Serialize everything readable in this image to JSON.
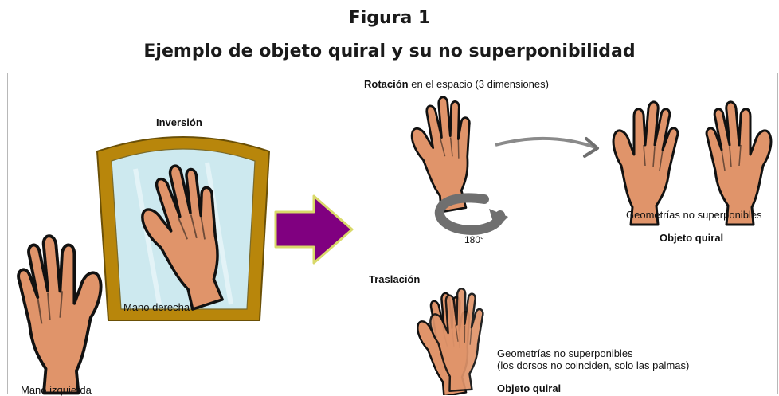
{
  "figure": {
    "number": "Figura 1",
    "title": "Ejemplo de objeto quiral y su no superponibilidad"
  },
  "mirror_section": {
    "heading": "Inversión",
    "reflection_label": "Mano derecha",
    "original_label": "Mano izquierda"
  },
  "rotation_section": {
    "heading_bold": "Rotación",
    "heading_rest": " en el espacio (3 dimensiones)",
    "angle_label": "180°",
    "result_text": "Geometrías no superponibles",
    "result_bold": "Objeto quiral"
  },
  "translation_section": {
    "heading": "Traslación",
    "result_line1": "Geometrías no superponibles",
    "result_line2": "(los dorsos no coinciden, solo las palmas)",
    "result_bold": "Objeto quiral"
  },
  "colors": {
    "skin": "#e0946a",
    "outline": "#111111",
    "frame": "#b8860b",
    "glass": "#cde9ef",
    "big_arrow": "#800080",
    "big_arrow_outline": "#d9d96a",
    "gray_arrow": "#6f6f6f"
  }
}
